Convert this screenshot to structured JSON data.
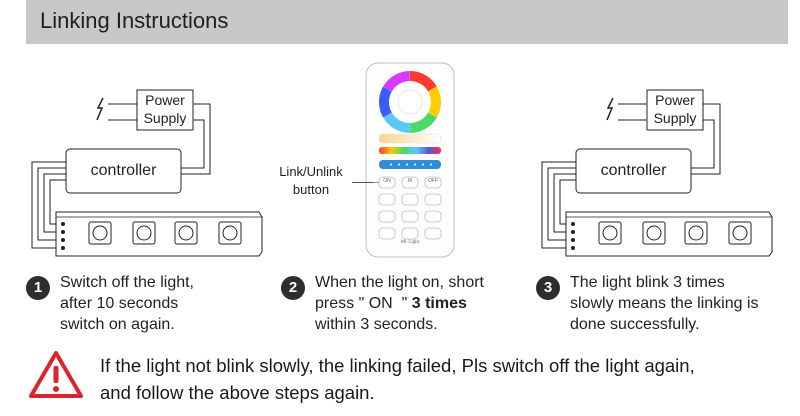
{
  "header": {
    "title": "Linking Instructions"
  },
  "diagram_left": {
    "power_label_1": "Power",
    "power_label_2": "Supply",
    "controller_label": "controller"
  },
  "diagram_right": {
    "power_label_1": "Power",
    "power_label_2": "Supply",
    "controller_label": "controller"
  },
  "remote": {
    "label_line1": "Link/Unlink",
    "label_line2": "button",
    "brand": "Mi·Light",
    "btn_on": "ON",
    "btn_m": "M",
    "btn_off": "OFF"
  },
  "steps": [
    {
      "num": "1",
      "line1": "Switch off the light,",
      "line2": "after 10 seconds",
      "line3": "switch on again."
    },
    {
      "num": "2",
      "line1": "When the light on, short",
      "line2_pre": "press \" ON  \" ",
      "line2_bold": "3 times",
      "line3": "within 3 seconds."
    },
    {
      "num": "3",
      "line1": "The light blink 3 times",
      "line2": "slowly means the linking is",
      "line3": "done successfully."
    }
  ],
  "warning": {
    "line1": "If the light not blink slowly, the linking failed, Pls switch off the light again,",
    "line2": "and follow the above steps again.",
    "color": "#d9262c"
  }
}
